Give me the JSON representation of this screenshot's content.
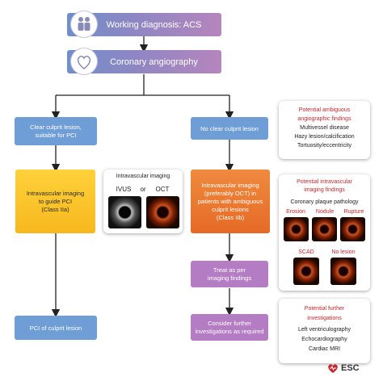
{
  "top": {
    "working_diagnosis": "Working diagnosis: ACS",
    "coronary_angiography": "Coronary angiography"
  },
  "left": {
    "clear_lesion_line1": "Clear culprit lesion,",
    "clear_lesion_line2": "suitable for PCI",
    "guide_line1": "Intravascular imaging",
    "guide_line2": "to guide PCI",
    "guide_line3": "(Class IIa)",
    "pci": "PCI of culprit lesion"
  },
  "middle": {
    "imaging_title": "Intravascular imaging",
    "ivus": "IVUS",
    "or": "or",
    "oct": "OCT"
  },
  "right": {
    "no_clear": "No clear culprit lesion",
    "oct_line1": "Intravascular imaging",
    "oct_line2": "(preferably OCT) in",
    "oct_line3": "patients with ambiguous",
    "oct_line4": "culprit lesions",
    "oct_line5": "(Class IIb)",
    "treat_line1": "Treat as per",
    "treat_line2": "imaging findings",
    "consider_line1": "Consider further",
    "consider_line2": "investigations as required"
  },
  "panel1": {
    "title_line1": "Potential ambiguous",
    "title_line2": "angiographic findings",
    "items": [
      "Multivessel disease",
      "Hazy lesion/calcification",
      "Tortuosity/eccentricity"
    ]
  },
  "panel2": {
    "title_line1": "Potential intravascular",
    "title_line2": "imaging findings",
    "subtitle": "Coronary plaque pathology",
    "erosion": "Erosion",
    "nodule": "Nodule",
    "rupture": "Rupture",
    "scad": "SCAD",
    "no_lesion": "No lesion"
  },
  "panel3": {
    "title_line1": "Potential further",
    "title_line2": "investigations",
    "items": [
      "Left ventriculography",
      "Echocardiography",
      "Cardiac MRI"
    ]
  },
  "logo": {
    "text": "ESC"
  },
  "colors": {
    "accent_red": "#c2272d",
    "class_iia": "#f7b81e",
    "class_iib": "#e56a26",
    "flow_blue": "#6f9dd6",
    "flow_purple": "#b47cc2"
  }
}
